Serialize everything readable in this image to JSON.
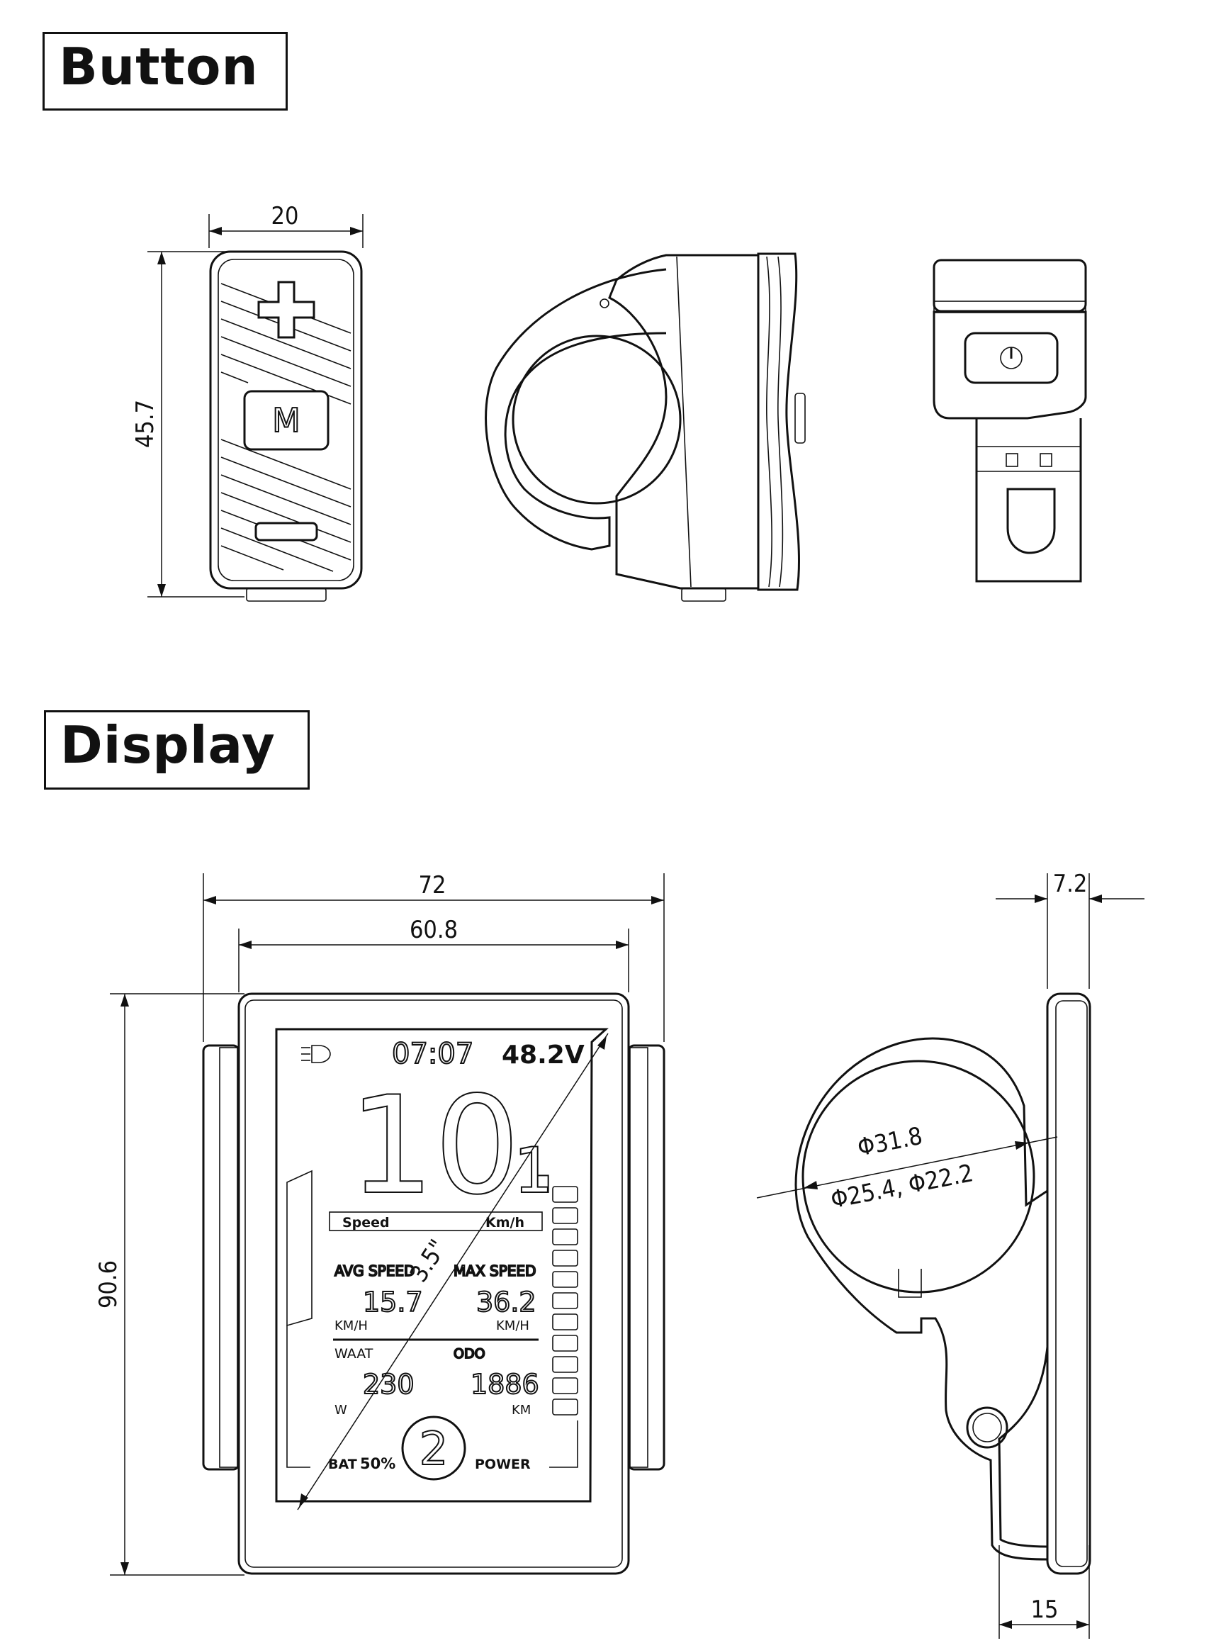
{
  "sections": {
    "button_title": "Button",
    "display_title": "Display"
  },
  "button_view": {
    "width_dim": "20",
    "height_dim": "45.7",
    "plus_symbol": "+",
    "mode_label": "M",
    "minus_symbol": "−",
    "power_icon": "power-icon"
  },
  "display_view": {
    "outer_width_dim": "72",
    "screen_width_dim": "60.8",
    "height_dim": "90.6",
    "diagonal_dim": "3.5\"",
    "depth_dim": "7.2",
    "bracket_depth_dim": "15",
    "clamp_dia_dim": "Φ31.8",
    "clamp_dia_alt_dim": "Φ25.4, Φ22.2"
  },
  "lcd": {
    "headlight_icon": "headlight-icon",
    "time": "07:07",
    "voltage": "48.2V",
    "speed_int": "10.",
    "speed_dec": "1",
    "speed_label": "Speed",
    "speed_unit": "Km/h",
    "avg_label": "AVG SPEED",
    "max_label": "MAX SPEED",
    "avg_value": "15.7",
    "max_value": "36.2",
    "avg_unit": "KM/H",
    "max_unit": "KM/H",
    "watt_label": "WAAT",
    "odo_label": "ODO",
    "watt_value": "230",
    "odo_value": "1886",
    "watt_unit": "W",
    "odo_unit": "KM",
    "bat_label": "BAT",
    "bat_value": "50%",
    "gear": "2",
    "power_label": "POWER"
  }
}
